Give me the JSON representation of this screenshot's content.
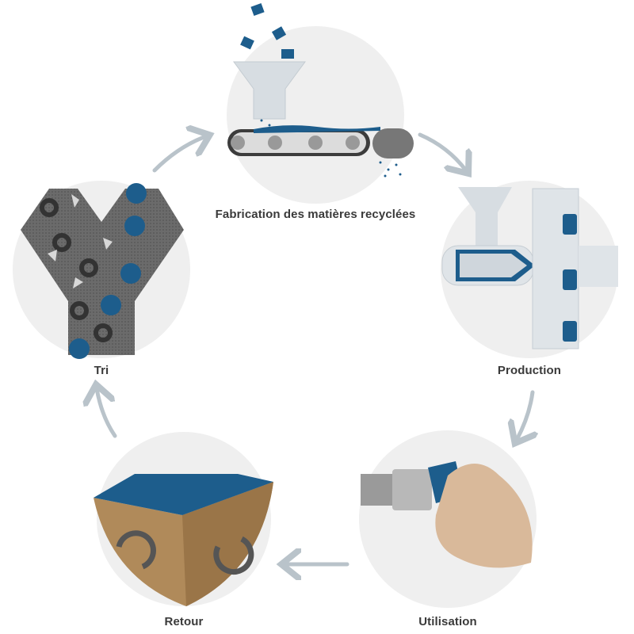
{
  "title": "Recycling cycle",
  "steps": [
    {
      "id": "fabrication",
      "label": "Fabrication des matières recyclées"
    },
    {
      "id": "production",
      "label": "Production"
    },
    {
      "id": "utilisation",
      "label": "Utilisation"
    },
    {
      "id": "retour",
      "label": "Retour"
    },
    {
      "id": "tri",
      "label": "Tri"
    }
  ],
  "colors": {
    "circle": "#efefef",
    "arrow": "#b9c3ca",
    "blue": "#1d5d8c",
    "cardboard": "#b08a5a",
    "label": "#3a3a3a"
  }
}
